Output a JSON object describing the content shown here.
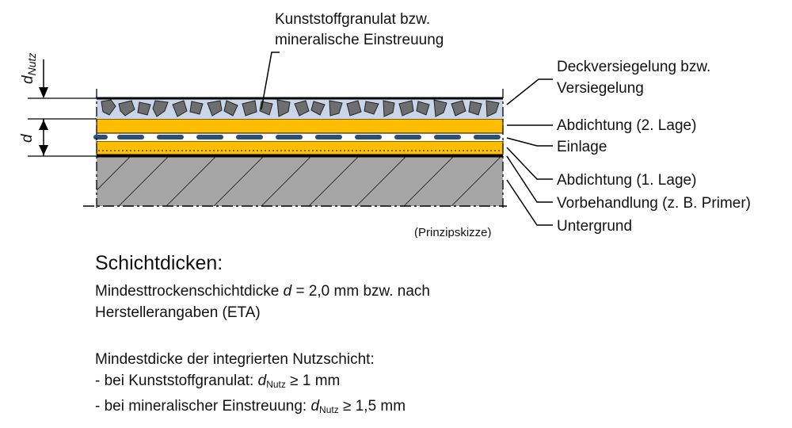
{
  "labels": {
    "granulat_l1": "Kunststoffgranulat bzw.",
    "granulat_l2": "mineralische Einstreuung",
    "deck_l1": "Deckversiegelung bzw.",
    "deck_l2": "Versiegelung",
    "abd2": "Abdichtung (2. Lage)",
    "einlage": "Einlage",
    "abd1": "Abdichtung (1. Lage)",
    "vorbehandlung": "Vorbehandlung (z. B. Primer)",
    "untergrund": "Untergrund",
    "prinzip": "(Prinzipskizze)"
  },
  "dims": {
    "d_nutz_var": "d",
    "d_nutz_sub": "Nutz",
    "d_var": "d"
  },
  "colors": {
    "granulate_layer": "#c9d6ea",
    "waterproofing": "#ffbf00",
    "substrate": "#a6a6a6",
    "stones": "#6e6e6e",
    "outline": "#000000"
  },
  "text": {
    "heading": "Schichtdicken:",
    "p1_pre": "Mindesttrockenschichtdicke ",
    "p1_var": "d",
    "p1_post": " = 2,0 mm bzw. nach",
    "p1_l2": "Herstellerangaben (ETA)",
    "p2_l1": "Mindestdicke der integrierten Nutzschicht:",
    "p2_l2_pre": "- bei Kunststoffgranulat: ",
    "p2_l2_var": "d",
    "p2_l2_sub": "Nutz",
    "p2_l2_post": " ≥ 1 mm",
    "p2_l3_pre": "- bei mineralischer Einstreuung: ",
    "p2_l3_var": "d",
    "p2_l3_sub": "Nutz",
    "p2_l3_post": " ≥ 1,5 mm"
  }
}
